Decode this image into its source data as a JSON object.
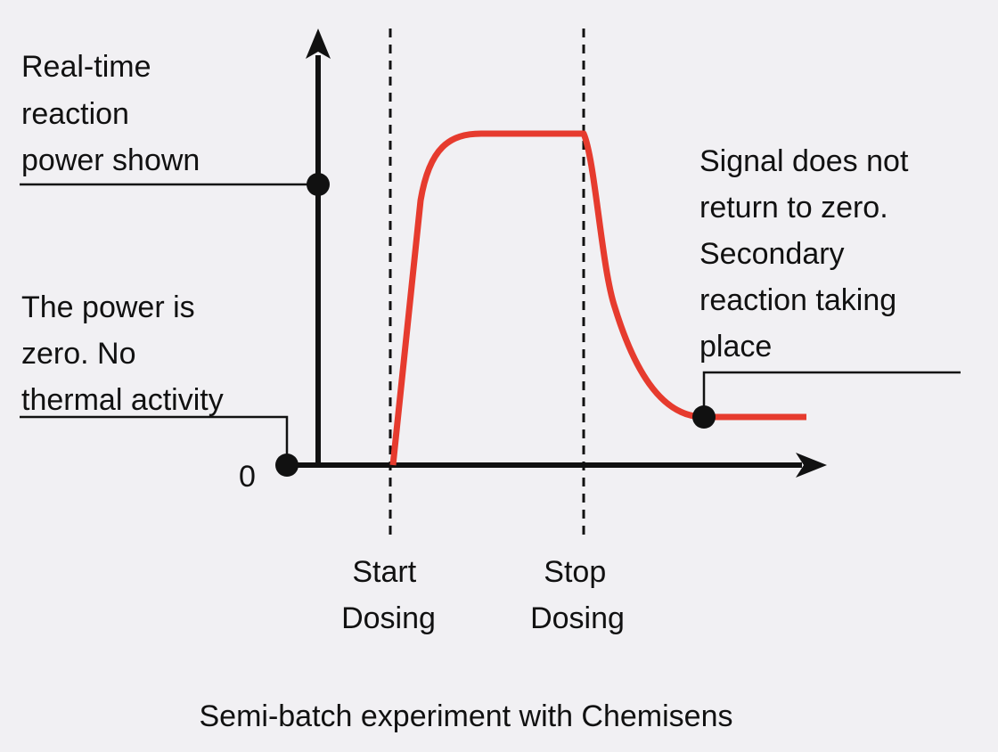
{
  "diagram": {
    "caption": "Semi-batch experiment with Chemisens",
    "origin_label": "0",
    "annotations": {
      "realtime": [
        "Real-time",
        "reaction",
        "power shown"
      ],
      "zero": [
        "The power is",
        "zero. No",
        "thermal activity"
      ],
      "signal": [
        "Signal does not",
        "return to zero.",
        "Secondary",
        "reaction taking",
        "place"
      ]
    },
    "markers": {
      "start": [
        "Start",
        "Dosing"
      ],
      "stop": [
        "Stop",
        "Dosing"
      ]
    },
    "colors": {
      "curve": "#e63b2e",
      "axis": "#111111",
      "background": "#f1f0f3"
    }
  }
}
